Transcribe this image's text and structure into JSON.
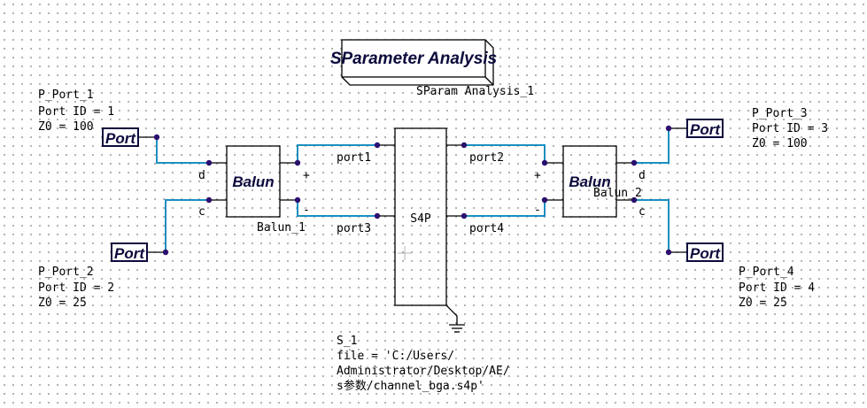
{
  "analysis": {
    "title": "SParameter Analysis",
    "instance_name": "SParam Analysis_1"
  },
  "ports": [
    {
      "symbol_label": "Port",
      "lines": [
        "P_Port_1",
        "Port ID = 1",
        "Z0 = 100"
      ]
    },
    {
      "symbol_label": "Port",
      "lines": [
        "P_Port_2",
        "Port ID = 2",
        "Z0 = 25"
      ]
    },
    {
      "symbol_label": "Port",
      "lines": [
        "P_Port_3",
        "Port ID = 3",
        "Z0 = 100"
      ]
    },
    {
      "symbol_label": "Port",
      "lines": [
        "P_Port_4",
        "Port ID = 4",
        "Z0 = 25"
      ]
    }
  ],
  "baluns": [
    {
      "symbol_label": "Balun",
      "instance_name": "Balun_1",
      "pin_d": "d",
      "pin_c": "c",
      "pin_plus": "+",
      "pin_minus": "-"
    },
    {
      "symbol_label": "Balun",
      "instance_name": "Balun_2",
      "pin_d": "d",
      "pin_c": "c",
      "pin_plus": "+",
      "pin_minus": "-"
    }
  ],
  "s4p": {
    "label": "S4P",
    "ports": [
      "port1",
      "port2",
      "port3",
      "port4"
    ],
    "instance_name": "S_1",
    "file_lines": [
      "file = 'C:/Users/",
      "Administrator/Desktop/AE/",
      "s参数/channel_bga.s4p'"
    ]
  },
  "colors": {
    "wire": "#1b8fc0",
    "pin": "#2a0f6e",
    "symbol_text": "#0a0a3c",
    "grid_dot": "#9a9a9a"
  }
}
